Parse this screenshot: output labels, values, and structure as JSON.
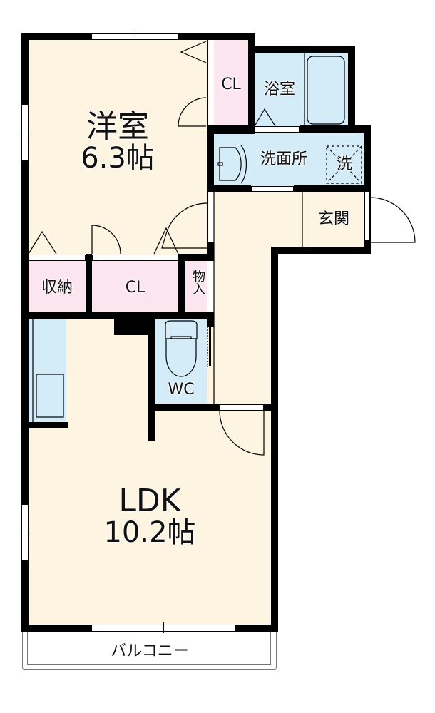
{
  "floorplan": {
    "rooms": {
      "western_room": {
        "name": "洋室",
        "size": "6.3帖"
      },
      "ldk": {
        "name": "LDK",
        "size": "10.2帖"
      },
      "closet_top": {
        "name": "CL"
      },
      "bathroom": {
        "name": "浴室"
      },
      "washroom": {
        "name": "洗面所"
      },
      "washer": {
        "name": "洗"
      },
      "entrance": {
        "name": "玄関"
      },
      "storage": {
        "name": "収納"
      },
      "closet_mid": {
        "name": "CL"
      },
      "mono_ire": {
        "name": "物入"
      },
      "toilet": {
        "name": "WC"
      },
      "balcony": {
        "name": "バルコニー"
      }
    },
    "colors": {
      "floor": "#fdf4e2",
      "wet_area": "#d3ecf8",
      "storage": "#fbe5ee",
      "wall": "#000000"
    }
  }
}
